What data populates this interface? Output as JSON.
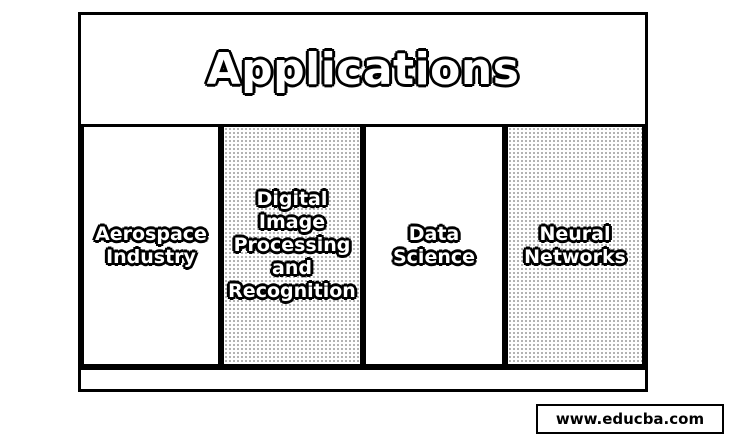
{
  "header": {
    "title": "Applications"
  },
  "columns": [
    {
      "label_lines": [
        "Aerospace",
        "Industry"
      ],
      "pattern": "plain"
    },
    {
      "label_lines": [
        "Digital",
        "Image",
        "Processing",
        "and",
        "Recognition"
      ],
      "pattern": "dotted"
    },
    {
      "label_lines": [
        "Data",
        "Science"
      ],
      "pattern": "plain"
    },
    {
      "label_lines": [
        "Neural",
        "Networks"
      ],
      "pattern": "dotted"
    }
  ],
  "watermark": {
    "text": "www.educba.com"
  }
}
